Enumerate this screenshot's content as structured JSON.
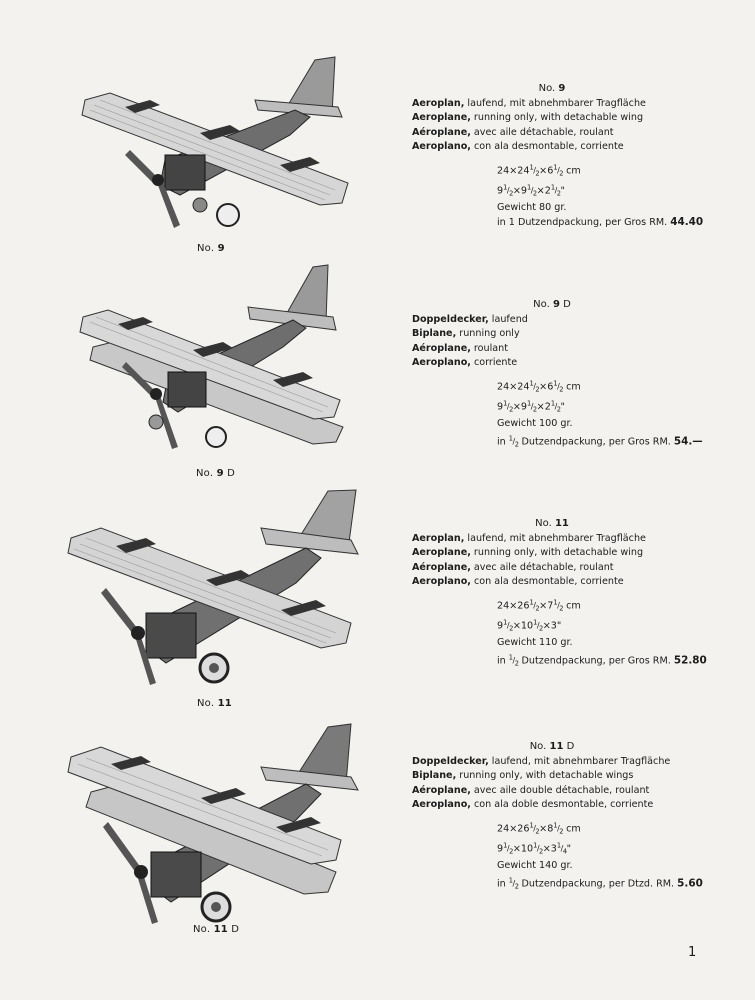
{
  "items": [
    {
      "number_prefix": "No.",
      "number": "9",
      "suffix": "",
      "caption_prefix": "No.",
      "caption_number": "9",
      "caption_suffix": "",
      "lines": [
        {
          "bold": "Aeroplan,",
          "rest": " laufend, mit abnehmbarer Tragfläche"
        },
        {
          "bold": "Aeroplane,",
          "rest": " running only, with detachable wing"
        },
        {
          "bold": "Aéroplane,",
          "rest": " avec aile détachable, roulant"
        },
        {
          "bold": "Aeroplano,",
          "rest": " con ala desmontable, corriente"
        }
      ],
      "dims_cm": [
        "24×24",
        "1",
        "2",
        "×6",
        "1",
        "2",
        " cm"
      ],
      "dims_in": [
        "9",
        "1",
        "2",
        "×9",
        "1",
        "2",
        "×2",
        "1",
        "2",
        "\""
      ],
      "weight": "Gewicht 80 gr.",
      "price_text": "in 1 Dutzendpackung, per Gros RM. ",
      "price_value": "44.40"
    },
    {
      "number_prefix": "No.",
      "number": "9",
      "suffix": " D",
      "caption_prefix": "No.",
      "caption_number": "9",
      "caption_suffix": " D",
      "lines": [
        {
          "bold": "Doppeldecker,",
          "rest": " laufend"
        },
        {
          "bold": "Biplane,",
          "rest": " running only"
        },
        {
          "bold": "Aéroplane,",
          "rest": " roulant"
        },
        {
          "bold": "Aeroplano,",
          "rest": " corriente"
        }
      ],
      "dims_cm": [
        "24×24",
        "1",
        "2",
        "×6",
        "1",
        "2",
        " cm"
      ],
      "dims_in": [
        "9",
        "1",
        "2",
        "×9",
        "1",
        "2",
        "×2",
        "1",
        "2",
        "\""
      ],
      "weight": "Gewicht 100 gr.",
      "price_text_a": "in ",
      "price_frac": [
        "1",
        "2"
      ],
      "price_text_b": " Dutzendpackung, per Gros RM. ",
      "price_value": "54.—"
    },
    {
      "number_prefix": "No.",
      "number": "11",
      "suffix": "",
      "caption_prefix": "No.",
      "caption_number": "11",
      "caption_suffix": "",
      "lines": [
        {
          "bold": "Aeroplan,",
          "rest": " laufend, mit abnehmbarer Tragfläche"
        },
        {
          "bold": "Aeroplane,",
          "rest": " running only, with detachable wing"
        },
        {
          "bold": "Aéroplane,",
          "rest": " avec aile détachable, roulant"
        },
        {
          "bold": "Aeroplano,",
          "rest": " con ala desmontable, corriente"
        }
      ],
      "dims_cm": [
        "24×26",
        "1",
        "2",
        "×7",
        "1",
        "2",
        " cm"
      ],
      "dims_in": [
        "9",
        "1",
        "2",
        "×10",
        "1",
        "2",
        "×3",
        "",
        "",
        "\""
      ],
      "weight": "Gewicht 110 gr.",
      "price_text_a": "in ",
      "price_frac": [
        "1",
        "2"
      ],
      "price_text_b": " Dutzendpackung, per Gros RM. ",
      "price_value": "52.80"
    },
    {
      "number_prefix": "No.",
      "number": "11",
      "suffix": " D",
      "caption_prefix": "No.",
      "caption_number": "11",
      "caption_suffix": " D",
      "lines": [
        {
          "bold": "Doppeldecker,",
          "rest": " laufend, mit abnehmbarer Tragfläche"
        },
        {
          "bold": "Biplane,",
          "rest": " running only, with detachable wings"
        },
        {
          "bold": "Aéroplane,",
          "rest": " avec aile double détachable, roulant"
        },
        {
          "bold": "Aeroplano,",
          "rest": " con ala doble desmontable, corriente"
        }
      ],
      "dims_cm": [
        "24×26",
        "1",
        "2",
        "×8",
        "1",
        "2",
        " cm"
      ],
      "dims_in": [
        "9",
        "1",
        "2",
        "×10",
        "1",
        "2",
        "×3",
        "1",
        "4",
        "\""
      ],
      "weight": "Gewicht 140 gr.",
      "price_text_a": "in ",
      "price_frac": [
        "1",
        "2"
      ],
      "price_text_b": " Dutzendpackung, per Dtzd. RM. ",
      "price_value": "5.60"
    }
  ],
  "page_number": "1"
}
